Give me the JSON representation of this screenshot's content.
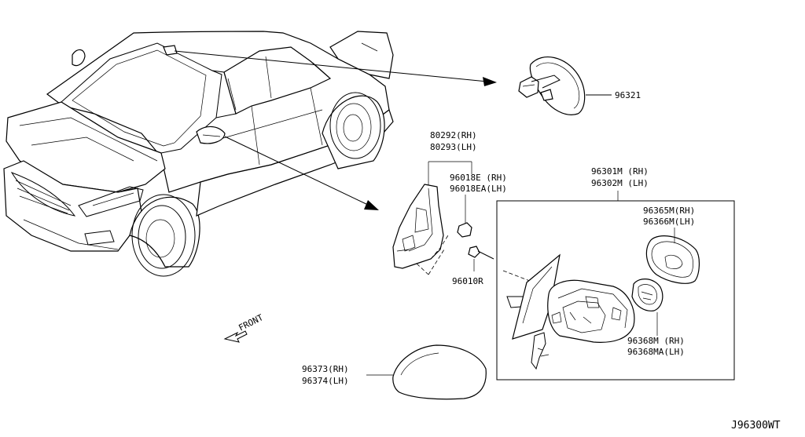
{
  "labels": {
    "rear_view_mirror": "96321",
    "mirror_base_rh": "80292(RH)",
    "mirror_base_lh": "80293(LH)",
    "bolt_rh": "96018E (RH)",
    "bolt_lh": "96018EA(LH)",
    "screw": "96010R",
    "door_mirror_rh": "96301M (RH)",
    "door_mirror_lh": "96302M (LH)",
    "mirror_glass_rh": "96365M(RH)",
    "mirror_glass_lh": "96366M(LH)",
    "actuator_rh": "96368M (RH)",
    "actuator_lh": "96368MA(LH)",
    "cover_rh": "96373(RH)",
    "cover_lh": "96374(LH)",
    "front": "FRONT",
    "diagram_code": "J96300WT"
  }
}
